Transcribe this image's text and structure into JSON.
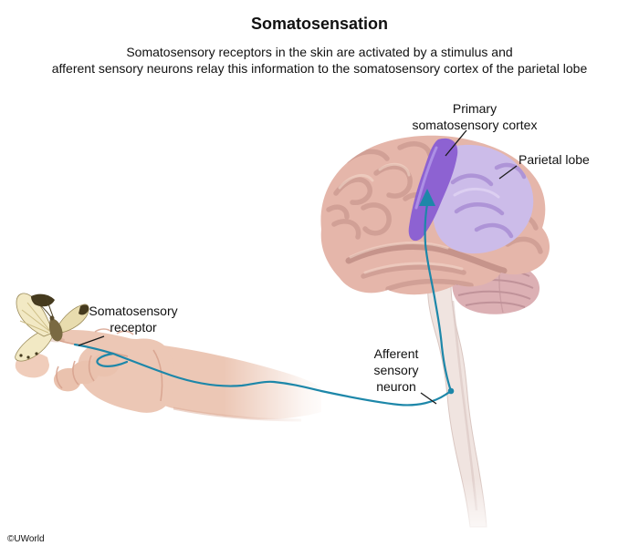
{
  "figure": {
    "title": "Somatosensation",
    "subtitle": "Somatosensory receptors in the skin are activated by a stimulus and\nafferent sensory neurons relay this information to the somatosensory cortex of the parietal lobe",
    "copyright": "©UWorld"
  },
  "labels": {
    "primary_cortex": "Primary\nsomatosensory cortex",
    "parietal_lobe": "Parietal lobe",
    "receptor": "Somatosensory\nreceptor",
    "afferent_neuron": "Afferent\nsensory\nneuron"
  },
  "icons": {
    "neuron_arrow": "up-arrow",
    "ganglion_dot": "circle-node"
  },
  "colors": {
    "neuron": "#1d87a9",
    "primary_cortex_region": "#8d62d2",
    "parietal_region": "#ccbce9",
    "brain_base": "#e5b6aa",
    "cerebellum": "#dcb0b4",
    "spinal_cord": "#f0e4e0",
    "skin": "#ecc7b5",
    "butterfly_wing": "#f2e9c4",
    "butterfly_dark": "#453a1e",
    "label_text": "#111111"
  }
}
